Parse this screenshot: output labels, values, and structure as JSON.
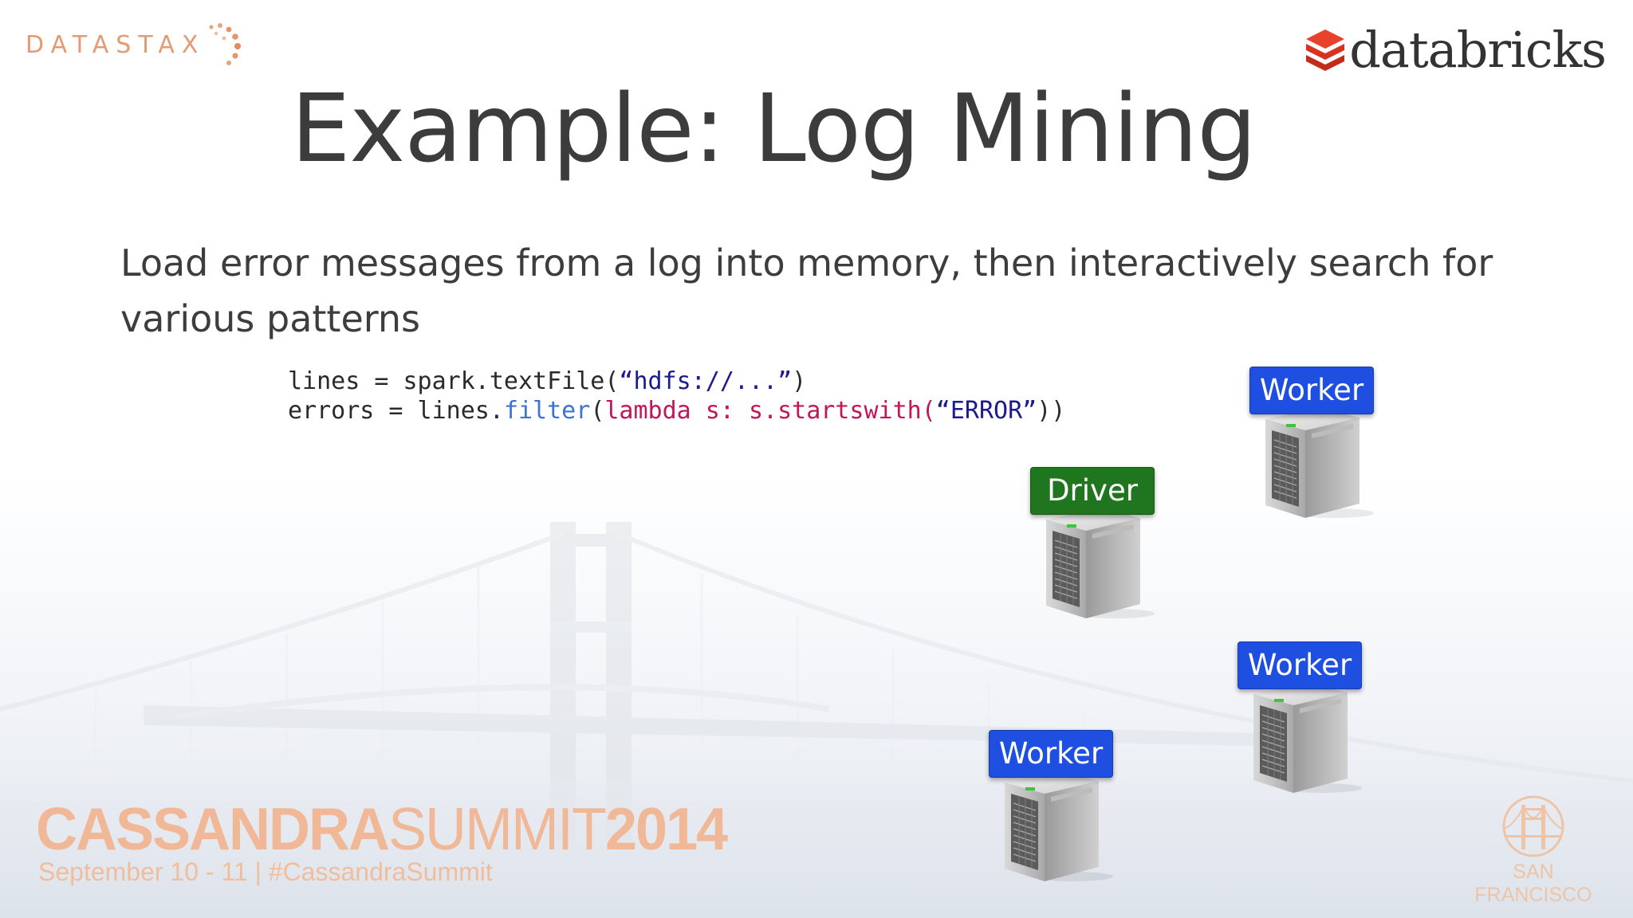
{
  "logos": {
    "datastax": "DATASTAX",
    "databricks": "databricks"
  },
  "slide": {
    "title": "Example: Log Mining",
    "body": "Load error messages from a log into memory, then interactively search for various patterns"
  },
  "code": {
    "line1": {
      "prefix": "lines = spark.textFile(",
      "string": "“hdfs://...”",
      "suffix": ")"
    },
    "line2": {
      "prefix": "errors = lines.",
      "method": "filter",
      "open": "(",
      "keyword": "lambda s: s.startswith(",
      "string": "“ERROR”",
      "suffix": "))"
    }
  },
  "nodes": {
    "driver": "Driver",
    "worker_top": "Worker",
    "worker_mid": "Worker",
    "worker_bottom": "Worker"
  },
  "footer": {
    "summit_cassandra": "CASSANDRA",
    "summit_summit": "SUMMIT",
    "summit_year": "2014",
    "subtitle": "September 10 - 11  |  #CassandraSummit",
    "city": "SAN FRANCISCO"
  },
  "colors": {
    "worker_label": "#1f4fe0",
    "driver_label": "#20761f",
    "footer_accent": "#f0b896",
    "databricks_red": "#e8412c"
  },
  "icons": {
    "server": "server-tower-icon",
    "bridge": "golden-gate-bridge-icon"
  }
}
